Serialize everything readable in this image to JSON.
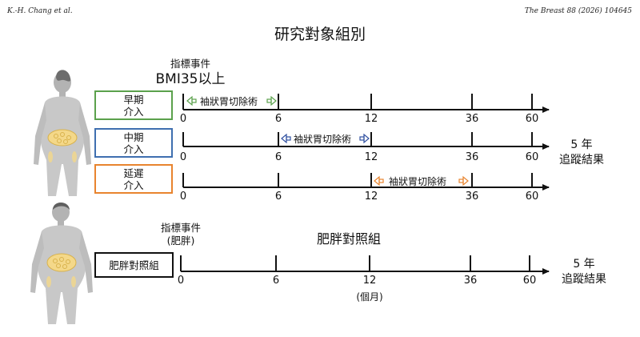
{
  "header": {
    "authors": "K.-H. Chang et al.",
    "journal": "The Breast 88 (2026) 104645"
  },
  "figure": {
    "title": "研究對象組別",
    "index_event_surgery": "指標事件",
    "bmi_threshold": "BMI35以上",
    "index_event_control": "指標事件",
    "index_event_control_sub": "(肥胖)",
    "control_group_heading": "肥胖對照組",
    "x_unit": "(個月)",
    "followup_value": "5 年",
    "followup_label": "追蹤結果",
    "colors": {
      "early": "#5ba14c",
      "mid": "#3f6fb0",
      "late": "#e8842e",
      "control": "#111111"
    },
    "groups": [
      {
        "line1": "早期",
        "line2": "介入",
        "surgery_label": "袖狀胃切除術",
        "surgery_window": [
          0,
          6
        ]
      },
      {
        "line1": "中期",
        "line2": "介入",
        "surgery_label": "袖狀胃切除術",
        "surgery_window": [
          6,
          12
        ]
      },
      {
        "line1": "延遲",
        "line2": "介入",
        "surgery_label": "袖狀胃切除術",
        "surgery_window": [
          12,
          36
        ]
      }
    ],
    "control_box": "肥胖對照組",
    "timeline_ticks": [
      "0",
      "6",
      "12",
      "36",
      "60"
    ],
    "figures": [
      "female-obese-figure-icon",
      "male-obese-figure-icon"
    ]
  }
}
